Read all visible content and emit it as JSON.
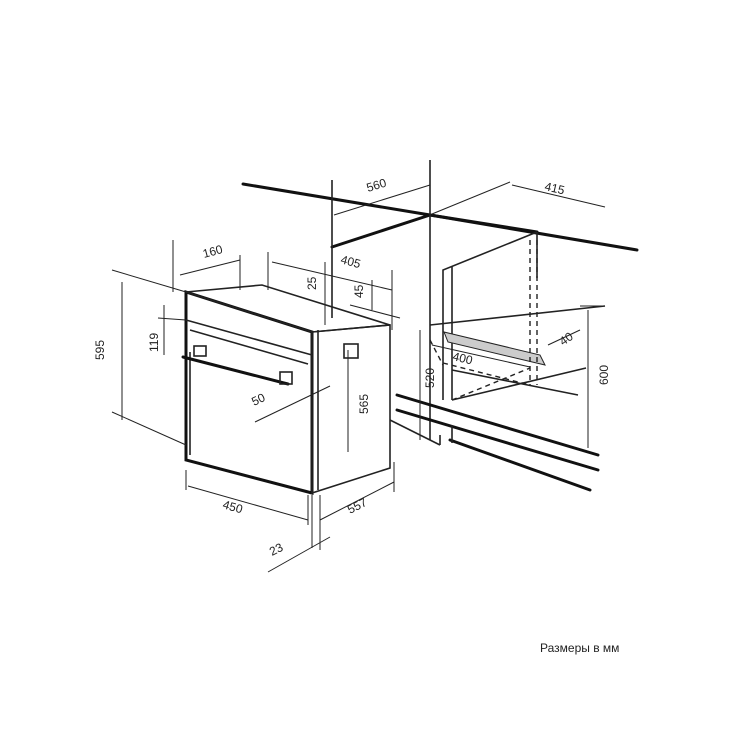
{
  "caption": "Размеры в мм",
  "dimensions": {
    "d560": "560",
    "d415": "415",
    "d160": "160",
    "d405": "405",
    "d25": "25",
    "d45": "45",
    "d595": "595",
    "d119": "119",
    "d40": "40",
    "d400": "400",
    "d520": "520",
    "d600": "600",
    "d50": "50",
    "d565": "565",
    "d450": "450",
    "d557": "557",
    "d23": "23"
  }
}
